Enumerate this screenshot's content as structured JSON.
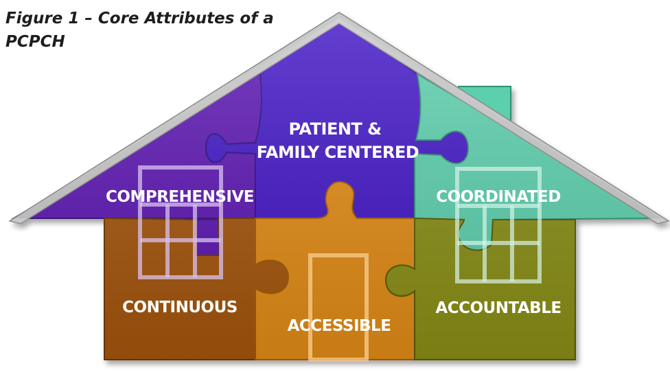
{
  "figure": {
    "caption_line1": "Figure 1 – Core Attributes of a",
    "caption_line2": "PCPCH"
  },
  "attributes": {
    "patient_family_centered_line1": "PATIENT &",
    "patient_family_centered_line2": "FAMILY CENTERED",
    "comprehensive": "COMPREHENSIVE",
    "coordinated": "COORDINATED",
    "continuous": "CONTINUOUS",
    "accessible": "ACCESSIBLE",
    "accountable": "ACCOUNTABLE"
  },
  "colors": {
    "comprehensive": "#5b17b3",
    "patient_family_centered": "#4313c6",
    "coordinated": "#5cd0ad",
    "continuous": "#a5560f",
    "accessible": "#e38c14",
    "accountable": "#8a8f12",
    "roof_trim": "#c9c9c9"
  }
}
